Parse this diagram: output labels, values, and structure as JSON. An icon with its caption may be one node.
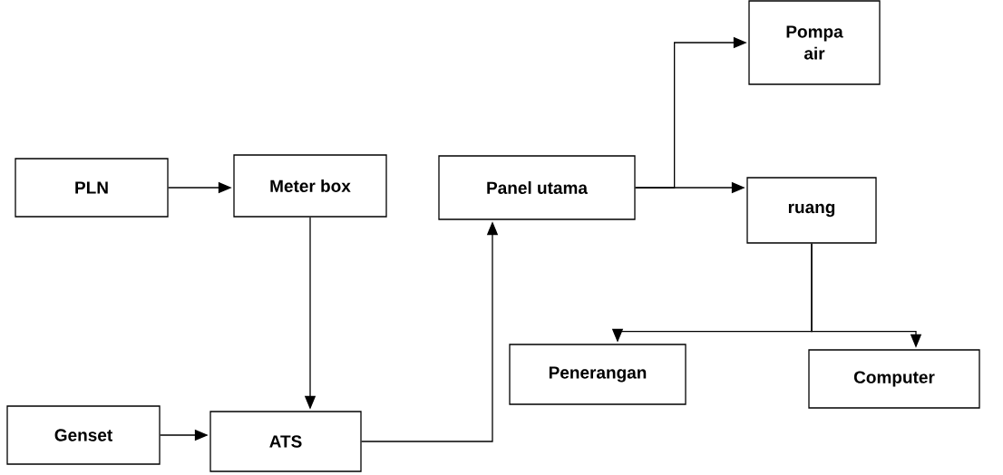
{
  "diagram": {
    "nodes": [
      {
        "text": [
          "PLN"
        ]
      },
      {
        "text": [
          "Meter box"
        ]
      },
      {
        "text": [
          "Panel utama"
        ]
      },
      {
        "text": [
          "Pompa air"
        ]
      },
      {
        "text": [
          "ruang"
        ]
      },
      {
        "text": [
          "Penerangan"
        ]
      },
      {
        "text": [
          "Computer"
        ]
      },
      {
        "text": [
          "Genset"
        ]
      },
      {
        "text": [
          "ATS"
        ]
      }
    ],
    "edges": [
      {
        "from": 0,
        "to": 1,
        "arrow": "to"
      },
      {
        "from": 1,
        "to": 8,
        "arrow": "to"
      },
      {
        "from": 7,
        "to": 8,
        "arrow": "to"
      },
      {
        "from": 8,
        "to": 2,
        "arrow": "to"
      },
      {
        "from": 2,
        "to": 3,
        "arrow": "to"
      },
      {
        "from": 2,
        "to": 4,
        "arrow": "to"
      },
      {
        "from": 4,
        "to": 5,
        "arrow": "to"
      },
      {
        "from": 4,
        "to": 6,
        "arrow": "to"
      }
    ]
  }
}
